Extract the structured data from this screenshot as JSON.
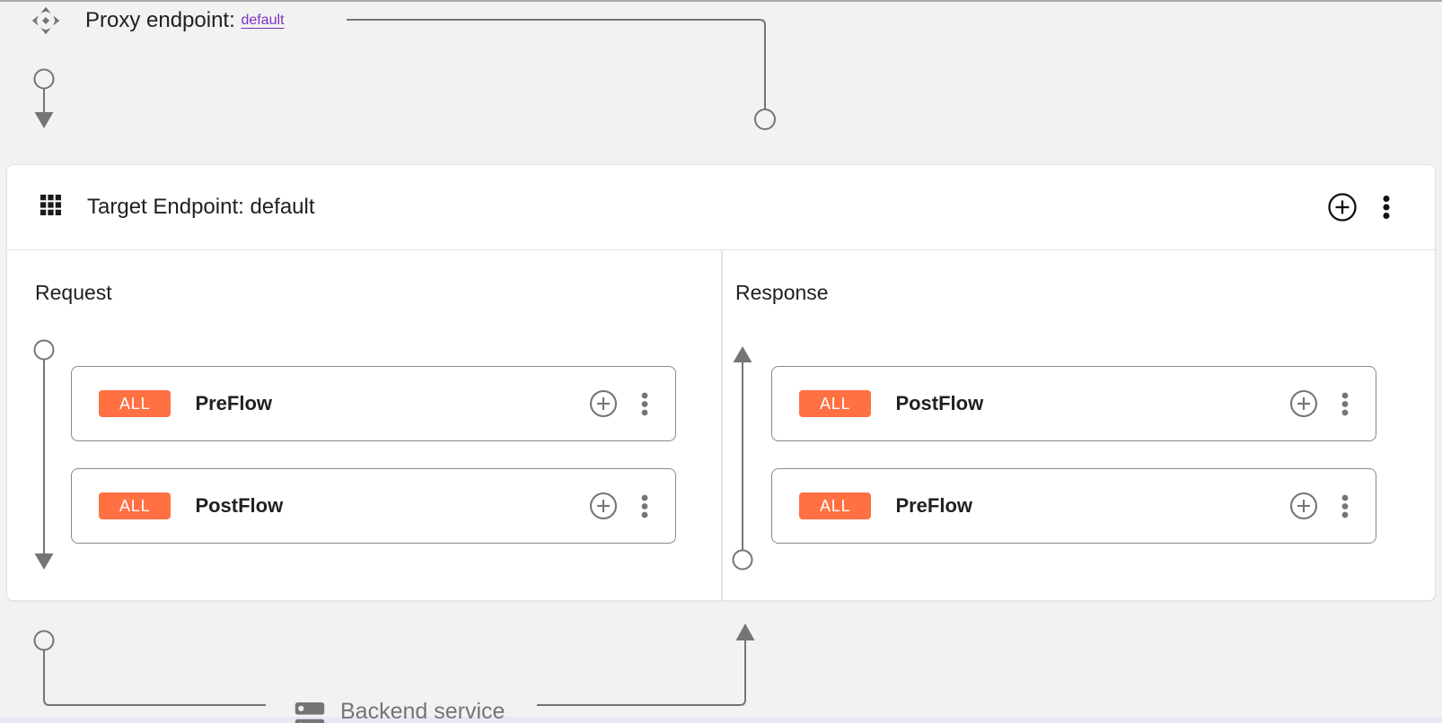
{
  "proxy_endpoint": {
    "icon": "proxy-endpoint-icon",
    "label": "Proxy endpoint: ",
    "link_text": "default"
  },
  "target_endpoint": {
    "icon": "grid-icon",
    "title": "Target Endpoint: default",
    "request": {
      "label": "Request",
      "flows": [
        {
          "badge": "ALL",
          "name": "PreFlow"
        },
        {
          "badge": "ALL",
          "name": "PostFlow"
        }
      ]
    },
    "response": {
      "label": "Response",
      "flows": [
        {
          "badge": "ALL",
          "name": "PostFlow"
        },
        {
          "badge": "ALL",
          "name": "PreFlow"
        }
      ]
    }
  },
  "backend_service": {
    "icon": "backend-service-icon",
    "label": "Backend service"
  },
  "colors": {
    "badge_orange": "#FF7043",
    "link_purple": "#7B2FBF",
    "connector_gray": "#757575",
    "text_dark": "#202124",
    "text_gray": "#757575",
    "background": "#F2F2F2"
  }
}
